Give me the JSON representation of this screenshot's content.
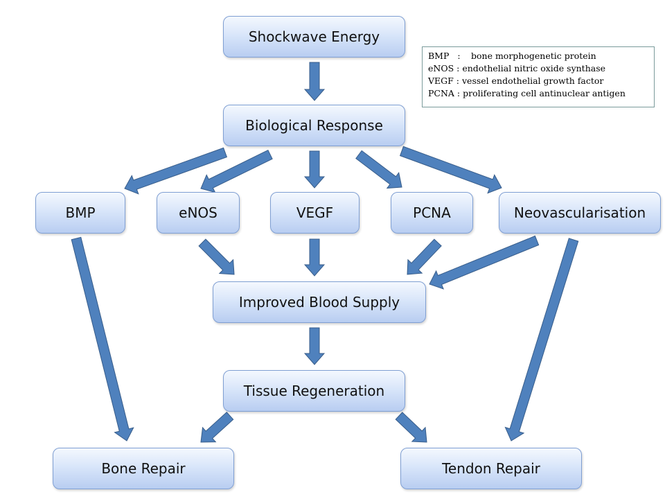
{
  "nodes": {
    "shockwave": "Shockwave Energy",
    "biological": "Biological Response",
    "bmp": "BMP",
    "enos": "eNOS",
    "vegf": "VEGF",
    "pcna": "PCNA",
    "neovasc": "Neovascularisation",
    "blood": "Improved Blood Supply",
    "tissue": "Tissue Regeneration",
    "bone": "Bone Repair",
    "tendon": "Tendon Repair"
  },
  "legend": [
    {
      "abbr": "BMP   :",
      "def": "bone morphogenetic protein"
    },
    {
      "abbr": "eNOS :",
      "def": "endothelial nitric oxide synthase"
    },
    {
      "abbr": "VEGF :",
      "def": "vessel endothelial growth factor"
    },
    {
      "abbr": "PCNA :",
      "def": "proliferating cell antinuclear antigen"
    }
  ],
  "colors": {
    "arrow_fill": "#4f81bd",
    "arrow_stroke": "#385d8a",
    "node_border": "#7f9fd3",
    "node_fill_light": "#f4f8fe",
    "node_fill_dark": "#b8cdf1"
  }
}
